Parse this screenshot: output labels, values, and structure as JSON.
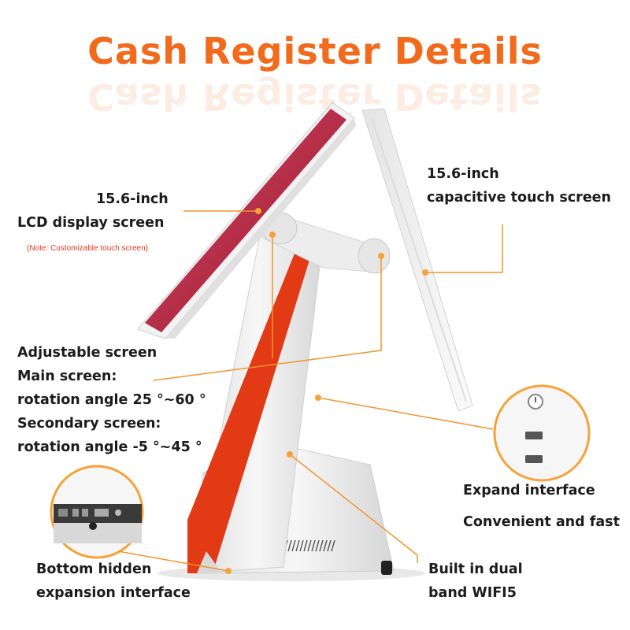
{
  "title": "Cash Register Details",
  "labels": {
    "lcd": {
      "line1": "15.6-inch",
      "line2": "LCD display screen",
      "note": "(Note: Customizable touch screen)"
    },
    "touch": {
      "line1": "15.6-inch",
      "line2": "capacitive touch screen"
    },
    "adjust": {
      "line1": "Adjustable screen",
      "line2": "Main screen:",
      "line3": "rotation angle 25 °~60 °",
      "line4": "Secondary screen:",
      "line5": "rotation angle -5 °~45 °"
    },
    "expand": {
      "line1": "Expand interface",
      "line2": "Convenient and fast"
    },
    "bottom": {
      "line1": "Bottom hidden",
      "line2": "expansion interface"
    },
    "wifi": {
      "line1": "Built in dual",
      "line2": "band WIFI5"
    }
  },
  "colors": {
    "accent": "#f26b1d",
    "leader": "#f0952b",
    "body": "#ececec",
    "stripe": "#e33a16",
    "screen": "#c23a52"
  }
}
